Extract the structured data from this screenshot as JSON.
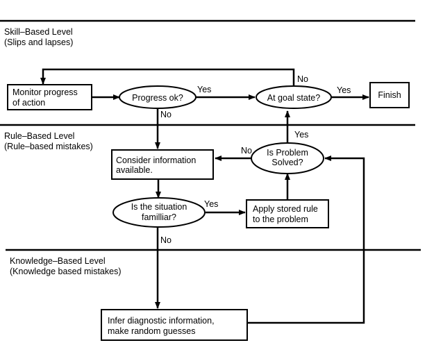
{
  "levels": {
    "skill": {
      "title": "Skill–Based Level",
      "subtitle": "(Slips and lapses)"
    },
    "rule": {
      "title": "Rule–Based Level",
      "subtitle": "(Rule–based mistakes)"
    },
    "knowledge": {
      "title": "Knowledge–Based Level",
      "subtitle": "(Knowledge based mistakes)"
    }
  },
  "nodes": {
    "monitor": {
      "line1": "Monitor progress",
      "line2": "of action"
    },
    "progress_ok": {
      "line1": "Progress ok?"
    },
    "goal_state": {
      "line1": "At goal state?"
    },
    "finish": {
      "line1": "Finish"
    },
    "consider": {
      "line1": "Consider information",
      "line2": "available."
    },
    "problem_solved": {
      "line1": "Is Problem",
      "line2": "Solved?"
    },
    "familiar": {
      "line1": "Is the situation",
      "line2": "familliar?"
    },
    "apply_rule": {
      "line1": "Apply stored rule",
      "line2": "to the problem"
    },
    "infer": {
      "line1": "Infer diagnostic information,",
      "line2": "make random guesses"
    }
  },
  "edge_labels": {
    "progress_yes": "Yes",
    "progress_no": "No",
    "goal_yes": "Yes",
    "goal_no": "No",
    "solved_yes": "Yes",
    "solved_no": "No",
    "familiar_yes": "Yes",
    "familiar_no": "No"
  }
}
